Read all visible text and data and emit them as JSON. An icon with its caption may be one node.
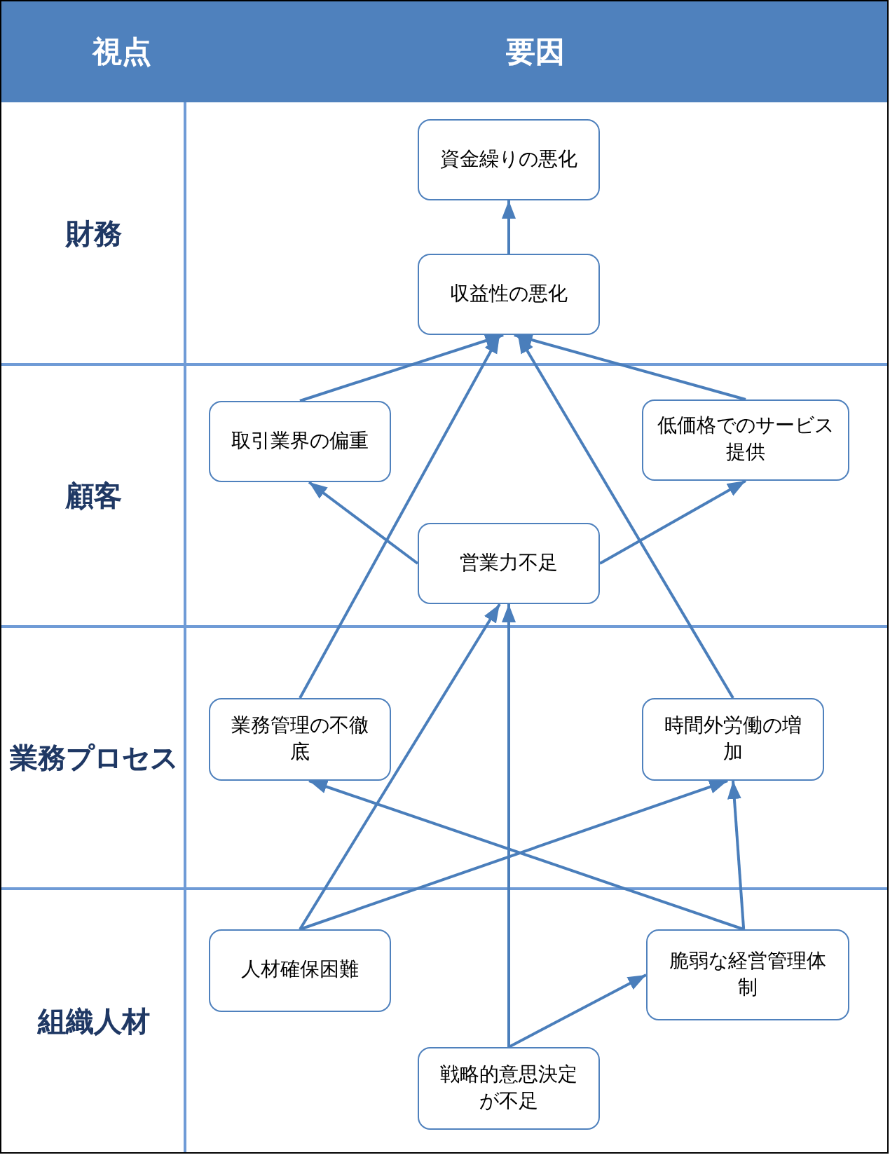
{
  "diagram": {
    "nodes": [
      {
        "text": [
          "資金繰りの悪化"
        ]
      },
      {
        "text": [
          "収益性の悪化"
        ]
      },
      {
        "text": [
          "取引業界の偏重"
        ]
      },
      {
        "text": [
          "低価格でのサービス提供"
        ]
      },
      {
        "text": [
          "営業力不足"
        ]
      },
      {
        "text": [
          "業務管理の不徹底"
        ]
      },
      {
        "text": [
          "時間外労働の増加"
        ]
      },
      {
        "text": [
          "人材確保困難"
        ]
      },
      {
        "text": [
          "脆弱な経営管理体制"
        ]
      },
      {
        "text": [
          "戦略的意思決定が不足"
        ]
      }
    ],
    "edges": [
      {
        "from": 1,
        "to": 0,
        "arrow": "to"
      },
      {
        "from": 2,
        "to": 1,
        "arrow": "to"
      },
      {
        "from": 3,
        "to": 1,
        "arrow": "to"
      },
      {
        "from": 5,
        "to": 1,
        "arrow": "to"
      },
      {
        "from": 6,
        "to": 1,
        "arrow": "to"
      },
      {
        "from": 4,
        "to": 2,
        "arrow": "to"
      },
      {
        "from": 4,
        "to": 3,
        "arrow": "to"
      },
      {
        "from": 7,
        "to": 4,
        "arrow": "to"
      },
      {
        "from": 9,
        "to": 4,
        "arrow": "to"
      },
      {
        "from": 8,
        "to": 5,
        "arrow": "to"
      },
      {
        "from": 7,
        "to": 6,
        "arrow": "to"
      },
      {
        "from": 8,
        "to": 6,
        "arrow": "to"
      },
      {
        "from": 9,
        "to": 8,
        "arrow": "to"
      }
    ],
    "labels": [
      "視点",
      "要因",
      "財務",
      "顧客",
      "業務プロセス",
      "組織人材"
    ]
  }
}
